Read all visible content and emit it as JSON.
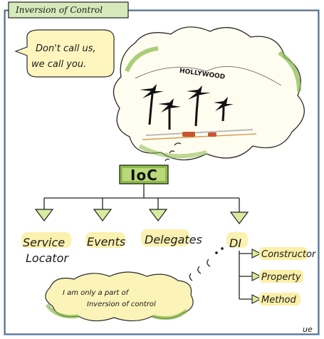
{
  "title": "Inversion of Control",
  "speech": {
    "line1": "Don't call us,",
    "line2": "we call you."
  },
  "hollywood_sign": "HOLLYWOOD",
  "center": "IoC",
  "branches": [
    "Service",
    "Locator",
    "Events",
    "Delegates",
    "DI"
  ],
  "di_children": [
    "Constructor",
    "Property",
    "Method"
  ],
  "note": {
    "line1": "I am only a part of",
    "line2": "Inversion of control"
  },
  "signature": "ue",
  "colors": {
    "border_blue": "#7fb0e6",
    "title_fill": "#cfe6b0",
    "green": "#7fae3a",
    "yellow": "#fbf3b8",
    "ink": "#1b1b1b"
  }
}
